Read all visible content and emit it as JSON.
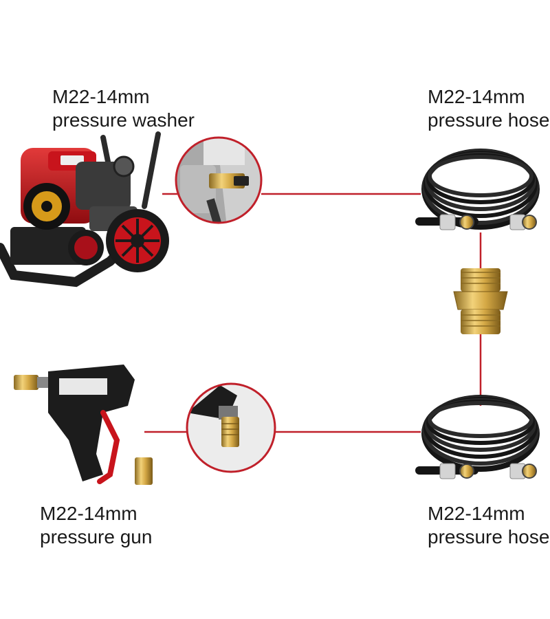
{
  "labels": {
    "washer": {
      "line1": "M22-14mm",
      "line2": "pressure washer"
    },
    "hose_top": {
      "line1": "M22-14mm",
      "line2": "pressure hose"
    },
    "gun": {
      "line1": "M22-14mm",
      "line2": "pressure gun"
    },
    "hose_bottom": {
      "line1": "M22-14mm",
      "line2": "pressure hose"
    }
  },
  "colors": {
    "connector_line": "#c0202a",
    "brass": "#c9a24a",
    "hose": "#151515",
    "washer_red": "#c8141c"
  }
}
